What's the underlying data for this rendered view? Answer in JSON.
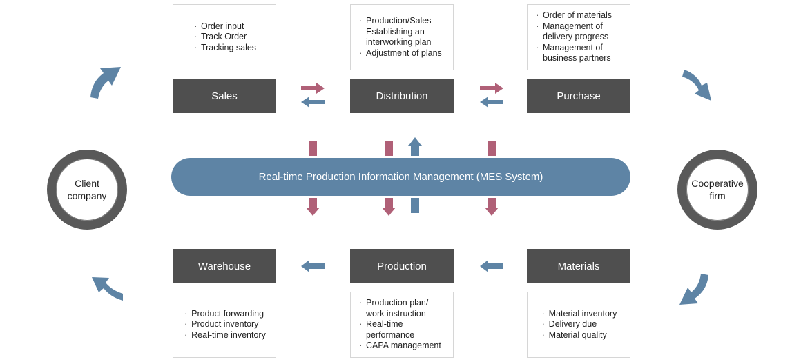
{
  "boxes": {
    "sales": {
      "label": "Sales",
      "items": [
        "Order input",
        "Track Order",
        "Tracking sales"
      ]
    },
    "distribution": {
      "label": "Distribution",
      "items": [
        "Production/Sales Establishing an interworking plan",
        "Adjustment of plans"
      ]
    },
    "purchase": {
      "label": "Purchase",
      "items": [
        "Order of materials",
        "Management of delivery progress",
        "Management of business partners"
      ]
    },
    "warehouse": {
      "label": "Warehouse",
      "items": [
        "Product forwarding",
        "Product inventory",
        "Real-time inventory"
      ]
    },
    "production": {
      "label": "Production",
      "items": [
        "Production plan/ work instruction",
        "Real-time performance",
        "CAPA management"
      ]
    },
    "materials": {
      "label": "Materials",
      "items": [
        "Material inventory",
        "Delivery due",
        "Material quality"
      ]
    }
  },
  "mes": {
    "label": "Real-time Production Information Management (MES System)"
  },
  "client": {
    "label": "Client company"
  },
  "cooperative": {
    "label": "Cooperative firm"
  },
  "colors": {
    "dept_box": "#4f4f4f",
    "mes_bar": "#5e84a5",
    "arrow_red": "#b06077",
    "arrow_blue": "#5e84a5",
    "ring": "#595959"
  },
  "icons": {
    "flow_arrow": "arrow-icon",
    "cycle_arrow": "curved-arrow-icon"
  }
}
